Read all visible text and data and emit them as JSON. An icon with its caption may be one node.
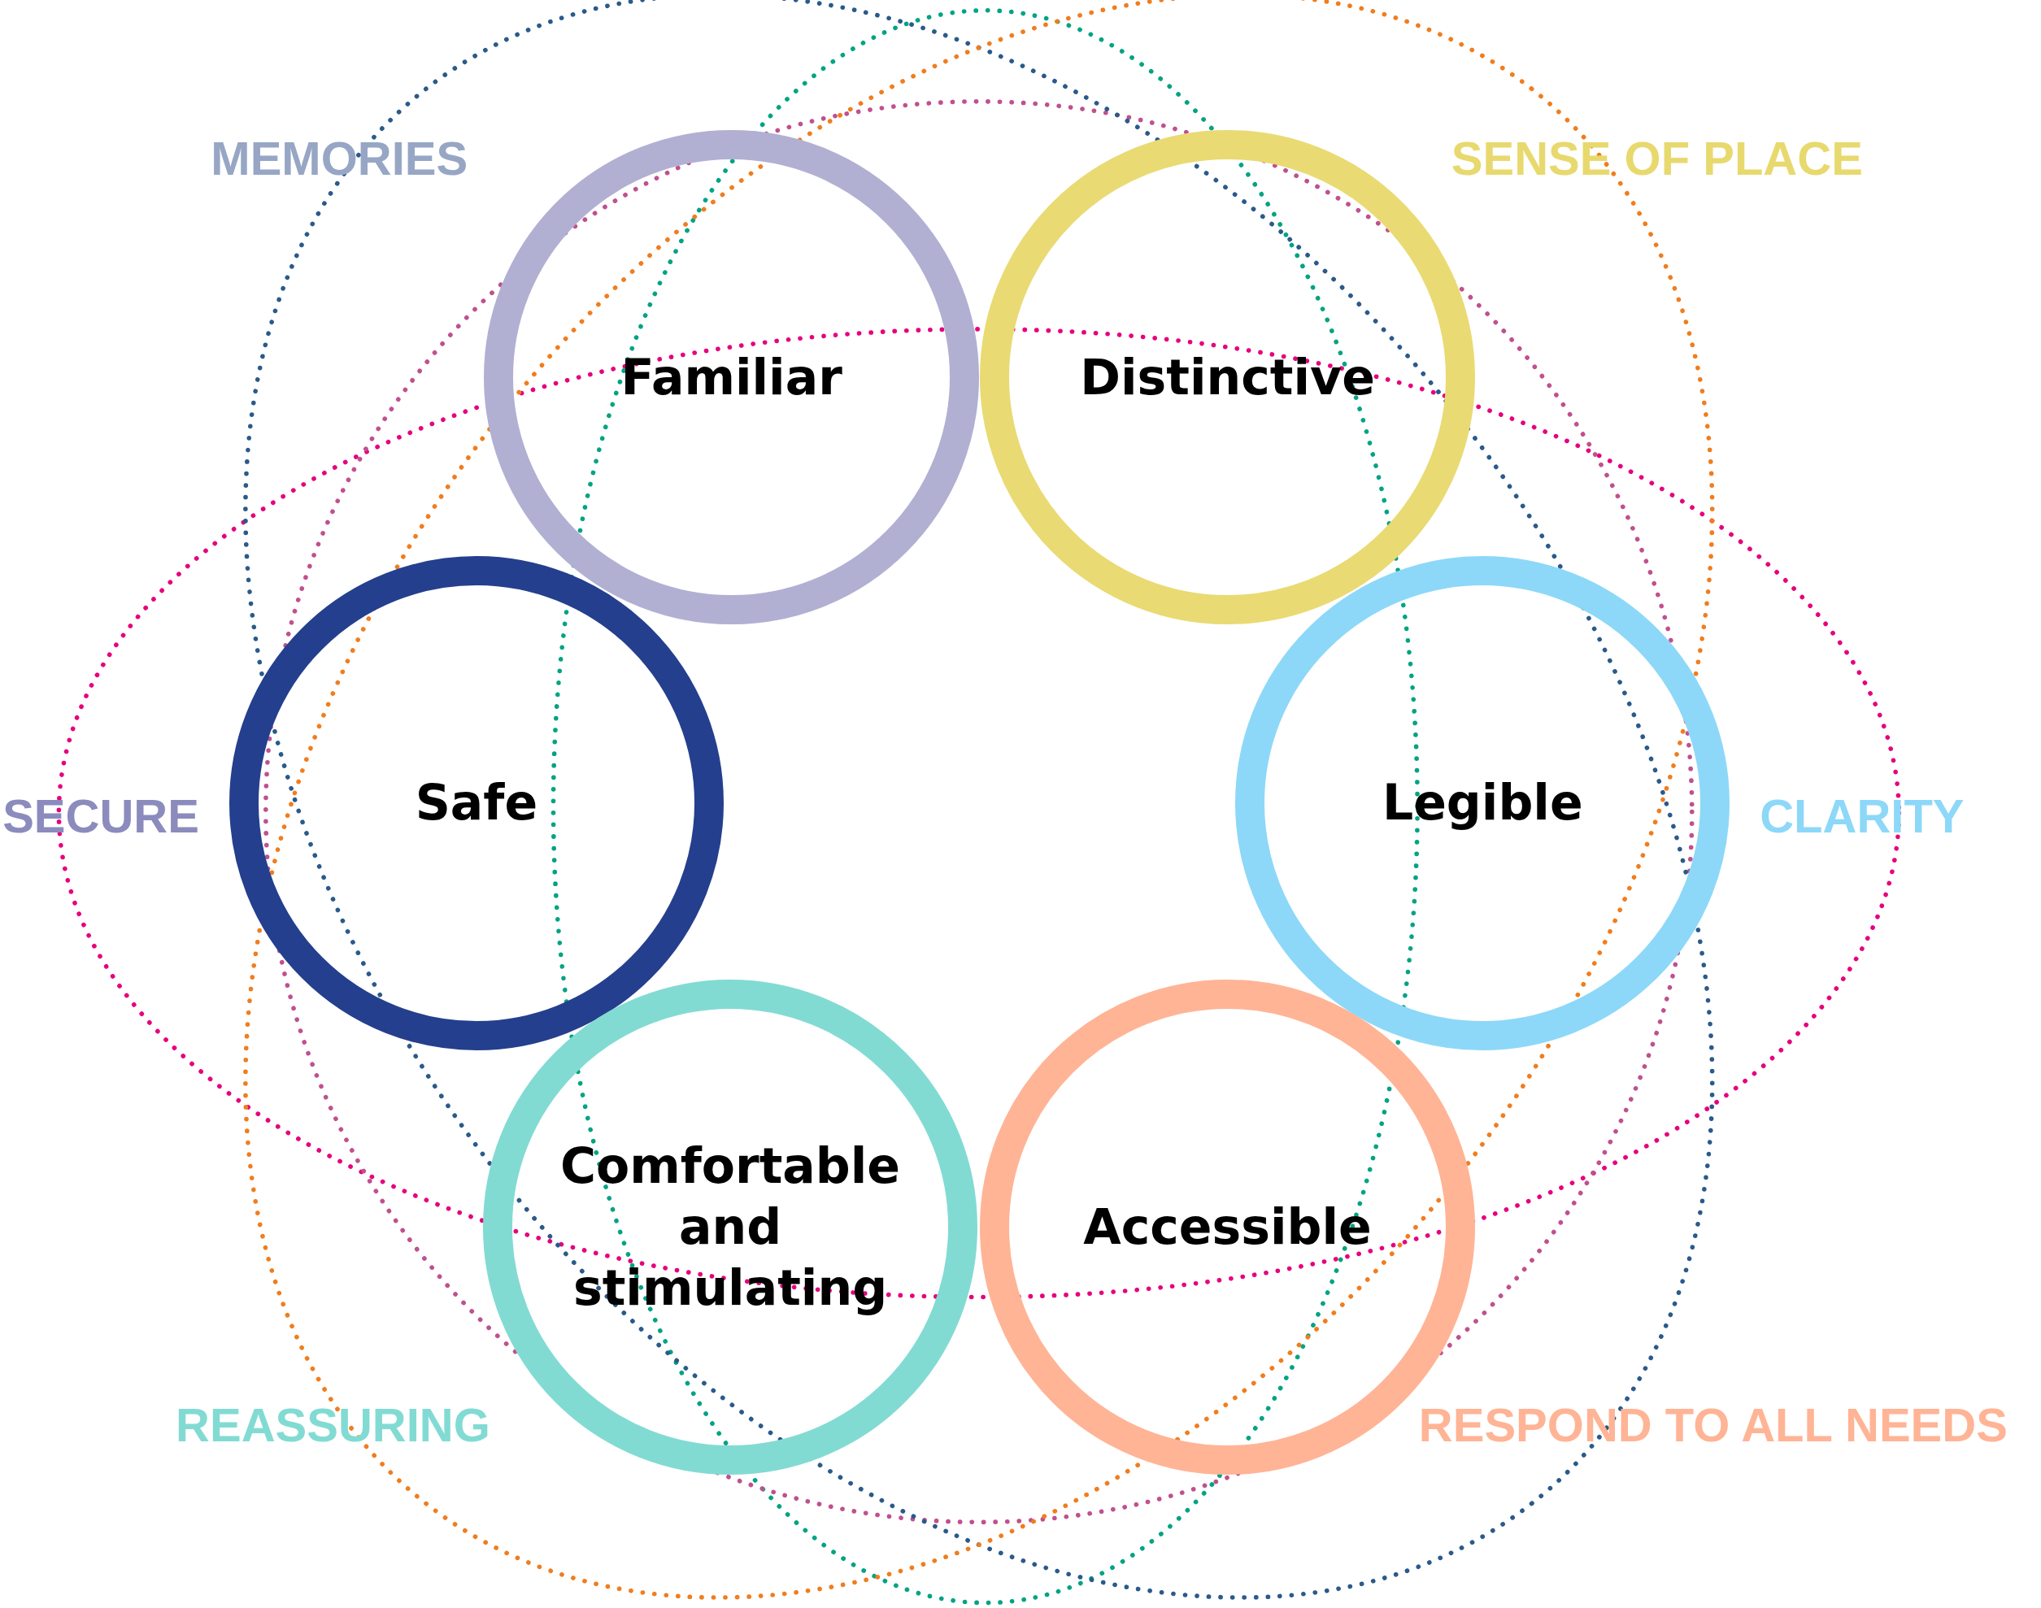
{
  "diagram": {
    "nodes": [
      {
        "text": [
          "Familiar"
        ]
      },
      {
        "text": [
          "Distinctive"
        ]
      },
      {
        "text": [
          "Safe"
        ]
      },
      {
        "text": [
          "Legible"
        ]
      },
      {
        "text": [
          "Comfortable and stimulating"
        ]
      },
      {
        "text": [
          "Accessible"
        ]
      }
    ],
    "labels": [
      "MEMORIES",
      "SENSE OF PLACE",
      "SECURE",
      "CLARITY",
      "REASSURING",
      "RESPOND TO ALL NEEDS"
    ]
  }
}
